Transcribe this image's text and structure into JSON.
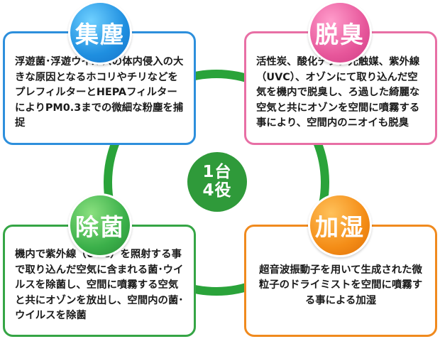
{
  "center": {
    "line1": "1台",
    "line2": "4役"
  },
  "features": {
    "shujin": {
      "title": "集塵",
      "description": "浮遊菌･浮遊ウイルスの体内侵入の大きな原因となるホコリやチリなどをプレフィルターとHEPAフィルターによりPM0.3までの微細な粉塵を捕捉",
      "color": "#2d8fdc"
    },
    "dasshu": {
      "title": "脱臭",
      "description": "活性炭、酸化チタン光触媒、紫外線（UVC）、オゾンにて取り込んだ空気を機内で脱臭し、ろ過した綺麗な空気と共にオゾンを空間に噴霧する事により、空間内のニオイも脱臭",
      "color": "#e86fa5"
    },
    "jokin": {
      "title": "除菌",
      "description": "機内で紫外線（UVC）を照射する事で取り込んだ空気に含まれる菌･ウイルスを除菌し、空間に噴霧する空気と共にオゾンを放出し、空間内の菌･ウイルスを除菌",
      "color": "#35a545"
    },
    "kashitsu": {
      "title": "加湿",
      "description": "超音波振動子を用いて生成された微粒子のドライミストを空間に噴霧する事による加湿",
      "color": "#f08a1e"
    }
  },
  "ring_color": "#2aa33a"
}
